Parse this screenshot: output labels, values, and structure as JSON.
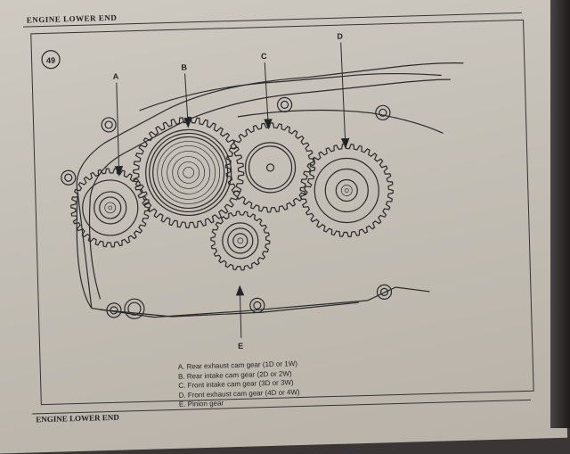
{
  "header": {
    "title": "ENGINE LOWER END"
  },
  "figure": {
    "number": "49"
  },
  "callouts": [
    {
      "letter": "A"
    },
    {
      "letter": "B"
    },
    {
      "letter": "C"
    },
    {
      "letter": "D"
    },
    {
      "letter": "E"
    }
  ],
  "legend": {
    "items": [
      "A.  Rear exhaust cam gear (1D or 1W)",
      "B.  Rear intake cam gear (2D or 2W)",
      "C.  Front intake cam gear (3D or 3W)",
      "D.  Front exhaust cam gear (4D or 4W)",
      "E.  Pinion gear"
    ]
  },
  "footer": {
    "title": "ENGINE LOWER END"
  }
}
